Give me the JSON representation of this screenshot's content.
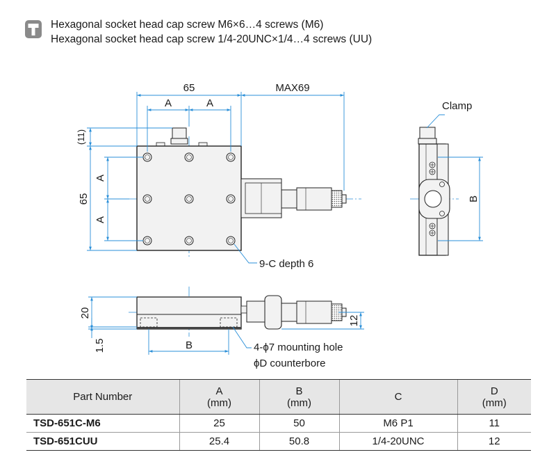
{
  "notes": {
    "icon": "hex-screw-icon",
    "line1": "Hexagonal socket head cap screw M6×6…4 screws (M6)",
    "line2": "Hexagonal socket head cap screw 1/4-20UNC×1/4…4 screws (UU)"
  },
  "drawing": {
    "dim_width": "65",
    "dim_max": "MAX69",
    "dim_a_top_1": "A",
    "dim_a_top_2": "A",
    "dim_11": "(11)",
    "dim_height": "65",
    "dim_a_left_1": "A",
    "dim_a_left_2": "A",
    "callout_holes": "9-C depth 6",
    "clamp": "Clamp",
    "dim_b_side": "B",
    "dim_20": "20",
    "dim_1_5": "1.5",
    "dim_b_front": "B",
    "dim_12": "12",
    "callout_mount": "4-ϕ7 mounting hole",
    "callout_counterbore": "ϕD counterbore",
    "colors": {
      "dimension": "#2a8fd8",
      "line": "#222222",
      "body": "#f2f2f2"
    }
  },
  "table": {
    "headers": [
      {
        "line1": "Part Number",
        "line2": ""
      },
      {
        "line1": "A",
        "line2": "(mm)"
      },
      {
        "line1": "B",
        "line2": "(mm)"
      },
      {
        "line1": "C",
        "line2": ""
      },
      {
        "line1": "D",
        "line2": "(mm)"
      }
    ],
    "rows": [
      [
        "TSD-651C-M6",
        "25",
        "50",
        "M6 P1",
        "11"
      ],
      [
        "TSD-651CUU",
        "25.4",
        "50.8",
        "1/4-20UNC",
        "12"
      ]
    ]
  }
}
